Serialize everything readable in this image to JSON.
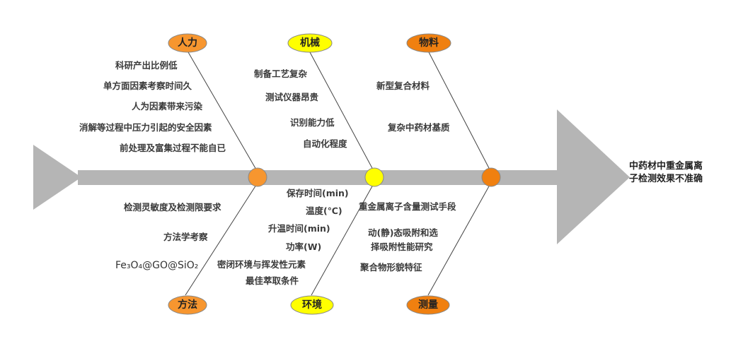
{
  "colors": {
    "spine": "#b5b5b5",
    "orange": "#f7962f",
    "yellow": "#ffff00",
    "dark_orange": "#f08010"
  },
  "effect": "中药材中重金属离子检测效果不准确",
  "categories": {
    "manpower": {
      "label": "人力",
      "causes": [
        "科研产出比例低",
        "单方面因素考察时间久",
        "人为因素带来污染",
        "消解等过程中压力引起的安全因素",
        "前处理及富集过程不能自已"
      ]
    },
    "machine": {
      "label": "机械",
      "causes": [
        "制备工艺复杂",
        "测试仪器昂贵",
        "识别能力低",
        "自动化程度"
      ]
    },
    "material": {
      "label": "物料",
      "causes": [
        "新型复合材料",
        "复杂中药材基质"
      ]
    },
    "method": {
      "label": "方法",
      "causes": [
        "检测灵敏度及检测限要求",
        "方法学考察",
        "Fe₃O₄@GO@SiO₂"
      ]
    },
    "environment": {
      "label": "环境",
      "causes": [
        "保存时间(min)",
        "温度(℃)",
        "升温时间(min)",
        "功率(W)",
        "密闭环境与挥发性元素",
        "最佳萃取条件"
      ]
    },
    "measurement": {
      "label": "测量",
      "causes": [
        "重金属离子含量测试手段",
        "动(静)态吸附和选",
        "择吸附性能研究",
        "聚合物形貌特征"
      ]
    }
  }
}
